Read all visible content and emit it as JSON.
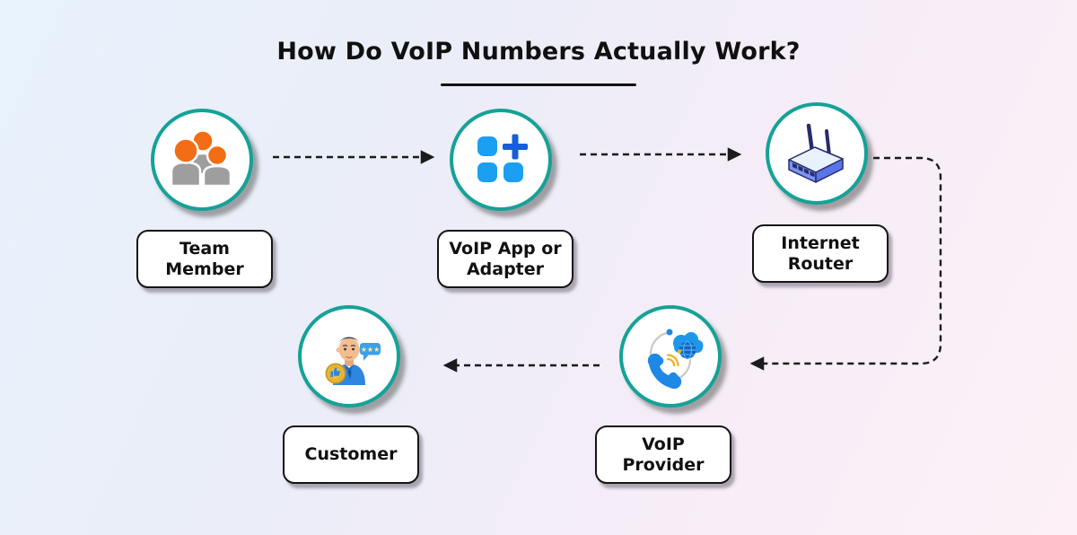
{
  "title": "How Do VoIP Numbers Actually Work?",
  "nodes": [
    {
      "id": "team-member",
      "label": "Team\nMember",
      "icon": "team-icon"
    },
    {
      "id": "voip-app",
      "label": "VoIP App or\nAdapter",
      "icon": "app-grid-plus-icon"
    },
    {
      "id": "internet-router",
      "label": "Internet\nRouter",
      "icon": "router-icon"
    },
    {
      "id": "voip-provider",
      "label": "VoIP\nProvider",
      "icon": "voip-cloud-phone-icon"
    },
    {
      "id": "customer",
      "label": "Customer",
      "icon": "customer-avatar-icon"
    }
  ],
  "arrows": [
    {
      "from": "team-member",
      "to": "voip-app",
      "style": "dashed"
    },
    {
      "from": "voip-app",
      "to": "internet-router",
      "style": "dashed"
    },
    {
      "from": "internet-router",
      "to": "voip-provider",
      "style": "dashed"
    },
    {
      "from": "voip-provider",
      "to": "customer",
      "style": "dashed"
    }
  ],
  "colors": {
    "node_ring_teal": "#14a298",
    "arrow_black": "#1b1b1b",
    "people_orange": "#f26d15",
    "people_gray": "#9e9e9e",
    "app_blue": "#1b9ff2",
    "app_plus_blue": "#155fd9",
    "router_navy": "#272c6b",
    "router_blue": "#5a75e8",
    "cloud_blue": "#1e97ea",
    "wifi_gold": "#f2b01e",
    "coin_gold": "#edbc3a",
    "shirt_blue": "#2e86e0",
    "bg_left": "#e8f2fc",
    "bg_right": "#fdf1f7"
  }
}
